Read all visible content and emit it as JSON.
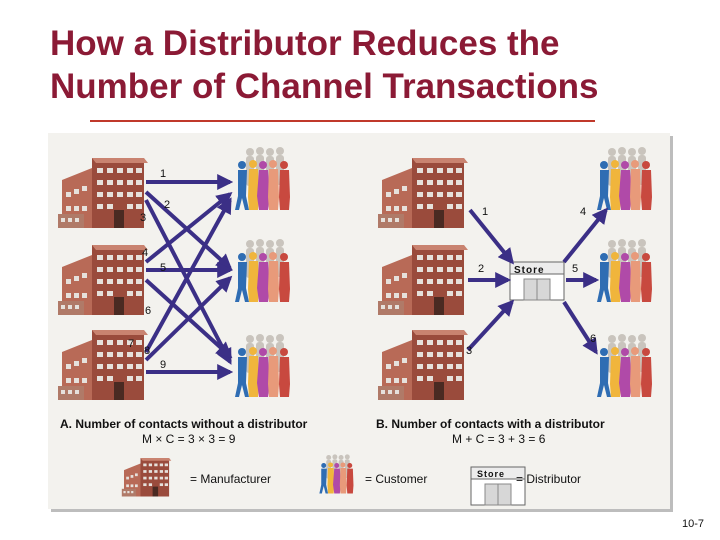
{
  "title": "How a Distributor Reduces the Number of Channel Transactions",
  "panel_a": {
    "caption": "A. Number of contacts without a distributor",
    "formula": "M × C = 3 × 3 = 9",
    "labels": [
      "1",
      "2",
      "3",
      "4",
      "5",
      "6",
      "7",
      "8",
      "9"
    ]
  },
  "panel_b": {
    "caption": "B. Number of contacts with a distributor",
    "formula": "M + C = 3 + 3 = 6",
    "labels": [
      "1",
      "2",
      "3",
      "4",
      "5",
      "6"
    ],
    "store_label": "Store"
  },
  "legend": {
    "manufacturer": "= Manufacturer",
    "customer": "= Customer",
    "distributor": "= Distributor",
    "store_label": "Store"
  },
  "page_number": "10-7",
  "colors": {
    "title": "#8b1a35",
    "arrow": "#3b2f86",
    "building": "#9a4b3c",
    "rule": "#c0392b"
  }
}
